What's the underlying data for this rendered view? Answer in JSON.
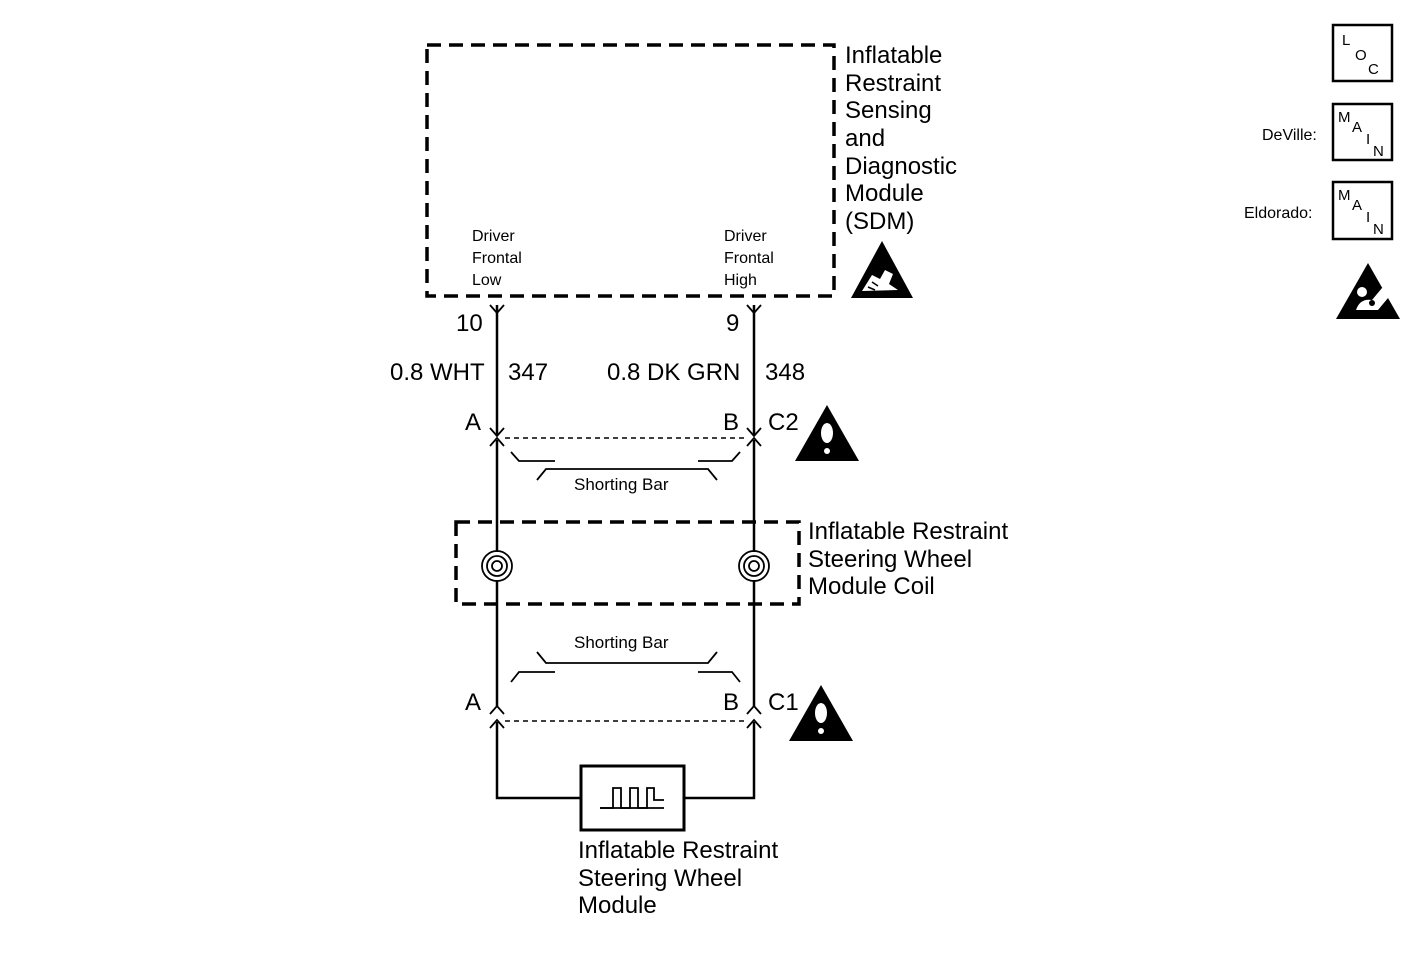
{
  "sdm": {
    "title_lines": [
      "Inflatable",
      "Restraint",
      "Sensing",
      "and",
      "Diagnostic",
      "Module",
      "(SDM)"
    ],
    "pin_low_label": [
      "Driver",
      "Frontal",
      "Low"
    ],
    "pin_high_label": [
      "Driver",
      "Frontal",
      "High"
    ],
    "pin_low_number": "10",
    "pin_high_number": "9",
    "esd_icon": "esd-sensitive-icon"
  },
  "wires": {
    "low": {
      "spec": "0.8 WHT",
      "circuit": "347"
    },
    "high": {
      "spec": "0.8 DK GRN",
      "circuit": "348"
    }
  },
  "connector_c2": {
    "name": "C2",
    "pin_a": "A",
    "pin_b": "B",
    "shorting_bar": "Shorting Bar",
    "warning_icon": "caution-icon"
  },
  "coil": {
    "title_lines": [
      "Inflatable Restraint",
      "Steering Wheel",
      "Module Coil"
    ],
    "icon": "clockspring-coil-icon"
  },
  "connector_c1": {
    "name": "C1",
    "pin_a": "A",
    "pin_b": "B",
    "shorting_bar": "Shorting Bar",
    "warning_icon": "caution-icon"
  },
  "module": {
    "title_lines": [
      "Inflatable Restraint",
      "Steering Wheel",
      "Module"
    ],
    "icon": "inflator-squib-icon"
  },
  "legend": {
    "loc_letters": [
      "L",
      "O",
      "C"
    ],
    "main_letters": [
      "M",
      "A",
      "I",
      "N"
    ],
    "deville_label": "DeVille:",
    "eldorado_label": "Eldorado:",
    "airbag_icon": "airbag-warning-icon"
  }
}
